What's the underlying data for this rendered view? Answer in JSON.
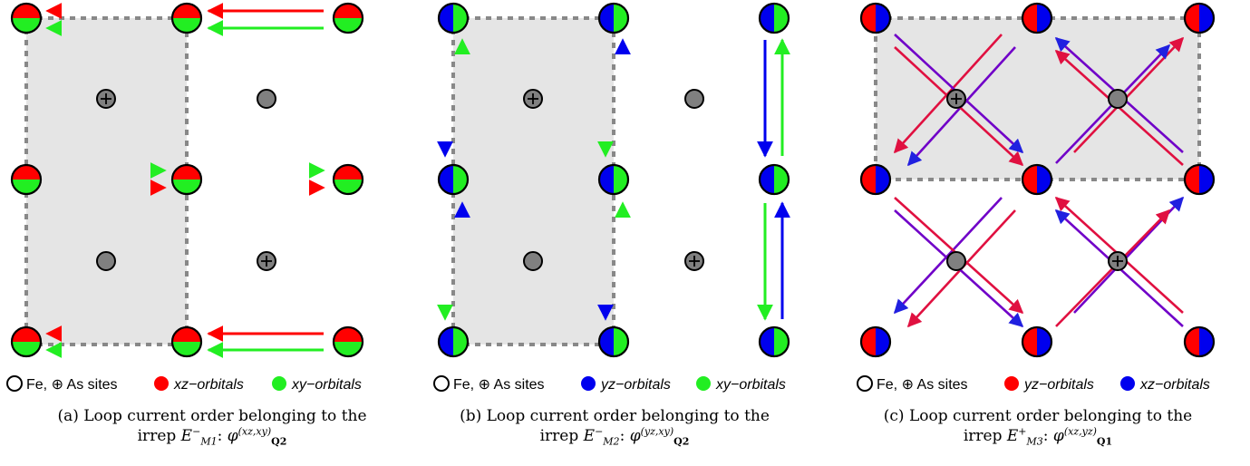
{
  "colors": {
    "red": "#ff0000",
    "green": "#22ee22",
    "blue": "#0000ee",
    "gray_site": "#808080",
    "shade": "#e5e5e5"
  },
  "legend": {
    "sites": "Fe, ⊕ As sites",
    "a": {
      "o1": "xz−orbitals",
      "o2": "xy−orbitals"
    },
    "b": {
      "o1": "yz−orbitals",
      "o2": "xy−orbitals"
    },
    "c": {
      "o1": "yz−orbitals",
      "o2": "xz−orbitals"
    }
  },
  "captions": {
    "a": {
      "line1": "(a) Loop current order belonging to the",
      "irrep": "irrep",
      "E": "E",
      "E_sup": "−",
      "E_sub": "M1",
      "phi": "φ",
      "phi_sup": "(xz,xy)",
      "phi_sub": "Q2"
    },
    "b": {
      "line1": "(b) Loop current order belonging to the",
      "irrep": "irrep",
      "E": "E",
      "E_sup": "−",
      "E_sub": "M2",
      "phi": "φ",
      "phi_sup": "(yz,xy)",
      "phi_sub": "Q2"
    },
    "c": {
      "line1": "(c) Loop current order belonging to the",
      "irrep": "irrep",
      "E": "E",
      "E_sup": "+",
      "E_sub": "M3",
      "phi": "φ",
      "phi_sup": "(xz,yz)",
      "phi_sub": "Q1"
    }
  }
}
